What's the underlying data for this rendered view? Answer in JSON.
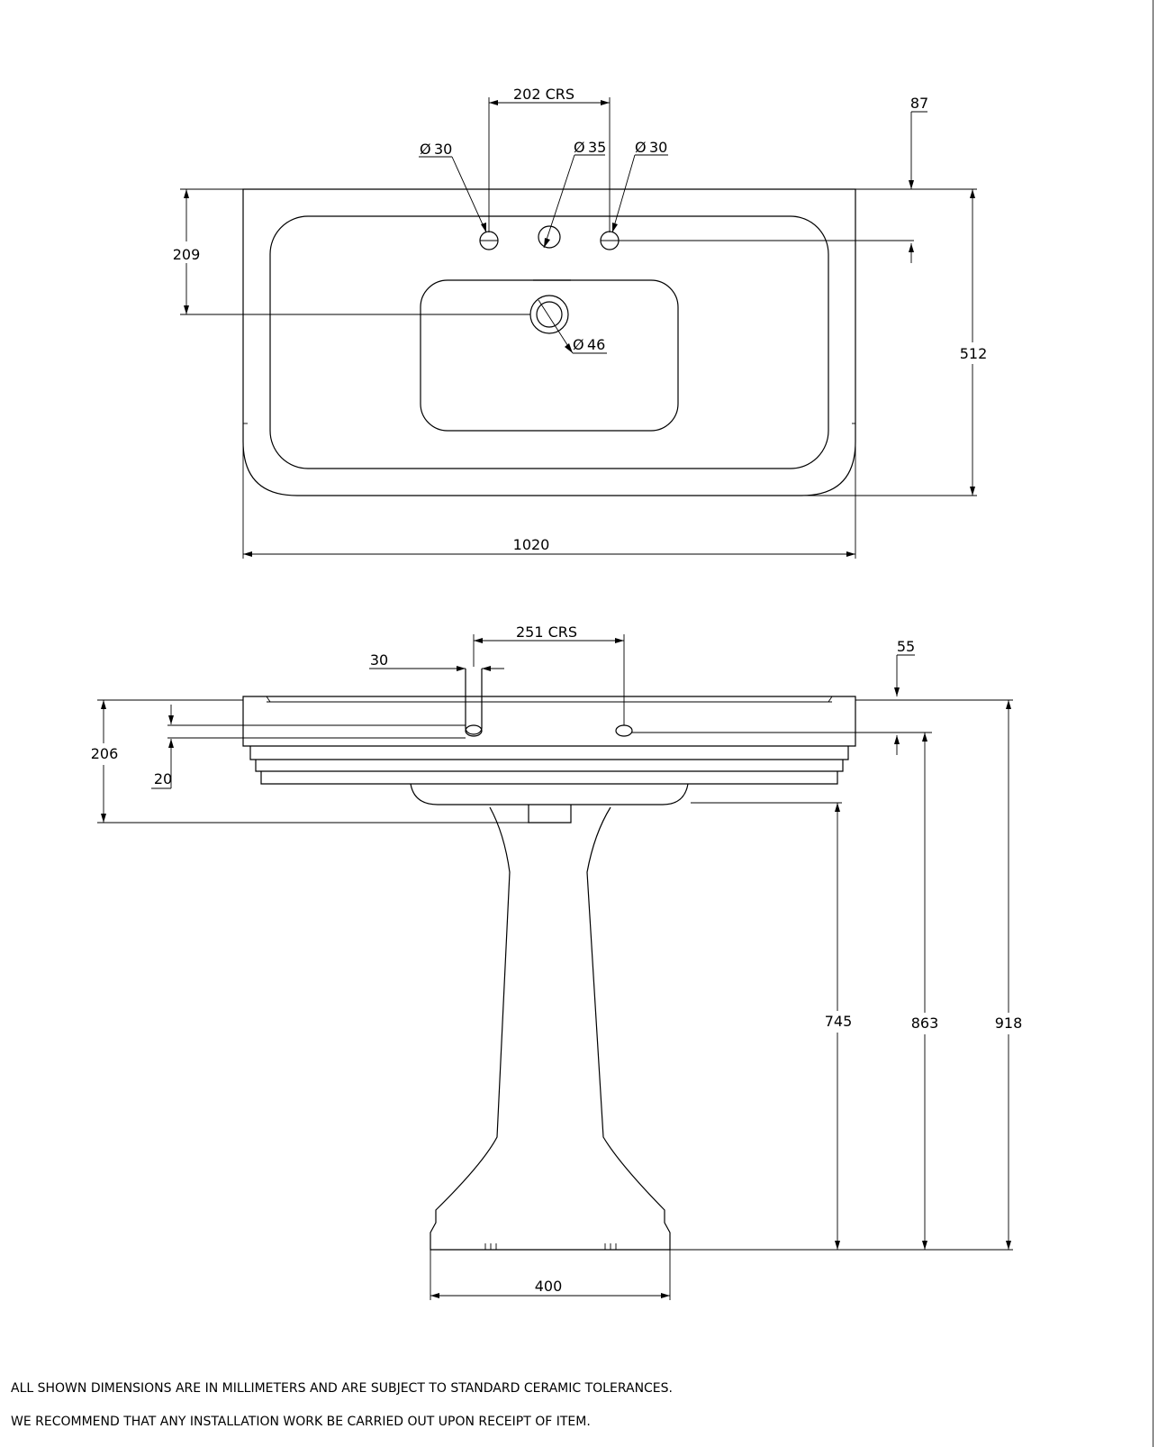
{
  "top_view": {
    "taps_crs": "202 CRS",
    "tap_left_dia": "30",
    "tap_centre_dia": "35",
    "tap_right_dia": "30",
    "taps_from_back": "87",
    "waste_from_back": "209",
    "waste_dia": "46",
    "depth": "512",
    "width": "1020"
  },
  "front_view": {
    "fixing_crs": "251 CRS",
    "slot_width": "30",
    "slot_drop": "55",
    "basin_height": "206",
    "slot_offset": "20",
    "pedestal_height": "745",
    "fixing_height": "863",
    "overall_height": "918",
    "foot_width": "400"
  },
  "symbols": {
    "diameter": "Ø"
  },
  "notes": [
    "ALL SHOWN DIMENSIONS ARE IN MILLIMETERS AND ARE SUBJECT TO STANDARD CERAMIC TOLERANCES.",
    "WE RECOMMEND THAT ANY INSTALLATION WORK BE CARRIED OUT UPON RECEIPT OF ITEM."
  ]
}
